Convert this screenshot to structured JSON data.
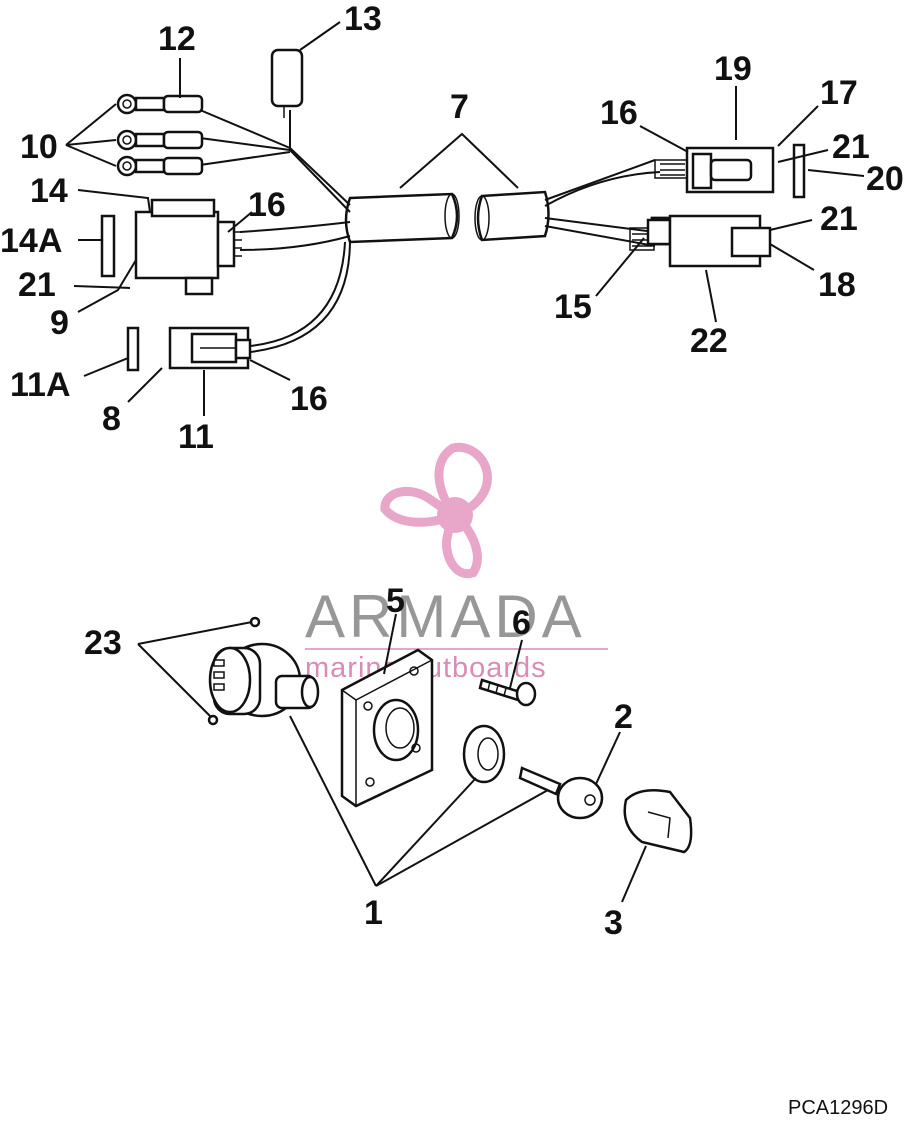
{
  "callouts": {
    "c1": "1",
    "c2": "2",
    "c3": "3",
    "c5": "5",
    "c6": "6",
    "c7": "7",
    "c8": "8",
    "c9": "9",
    "c10": "10",
    "c11": "11",
    "c11a": "11A",
    "c12": "12",
    "c13": "13",
    "c14": "14",
    "c14a": "14A",
    "c15": "15",
    "c16a": "16",
    "c16b": "16",
    "c16c": "16",
    "c17": "17",
    "c18": "18",
    "c19": "19",
    "c20": "20",
    "c21a": "21",
    "c21b": "21",
    "c21c": "21",
    "c22": "22",
    "c23": "23"
  },
  "watermark": {
    "brand": "ARMADA",
    "tagline": "marine outboards",
    "colors": {
      "propeller": "#e8a6c8",
      "brand": "#8c8c8c",
      "tagline": "#d98cb8"
    }
  },
  "figure_code": "PCA1296D"
}
